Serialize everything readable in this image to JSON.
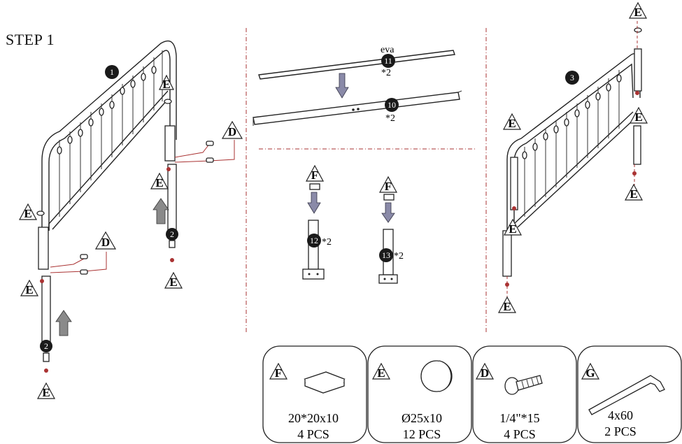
{
  "step_title": "STEP 1",
  "letters": {
    "F": "F",
    "E": "E",
    "D": "D",
    "G": "G"
  },
  "part_numbers": {
    "p1": "1",
    "p2": "2",
    "p3": "3",
    "p10": "10",
    "p11": "11",
    "p12": "12",
    "p13": "13"
  },
  "labels": {
    "eva": "eva",
    "times2": "*2"
  },
  "parts": [
    {
      "letter": "F",
      "size": "20*20x10",
      "qty": "4 PCS"
    },
    {
      "letter": "E",
      "size": "Ø25x10",
      "qty": "12 PCS"
    },
    {
      "letter": "D",
      "size": "1/4\"*15",
      "qty": "4 PCS"
    },
    {
      "letter": "G",
      "size": "4x60",
      "qty": "2 PCS"
    }
  ],
  "colors": {
    "leader": "#aa3333",
    "ink": "#222222",
    "arrow": "#8a8a8a"
  }
}
